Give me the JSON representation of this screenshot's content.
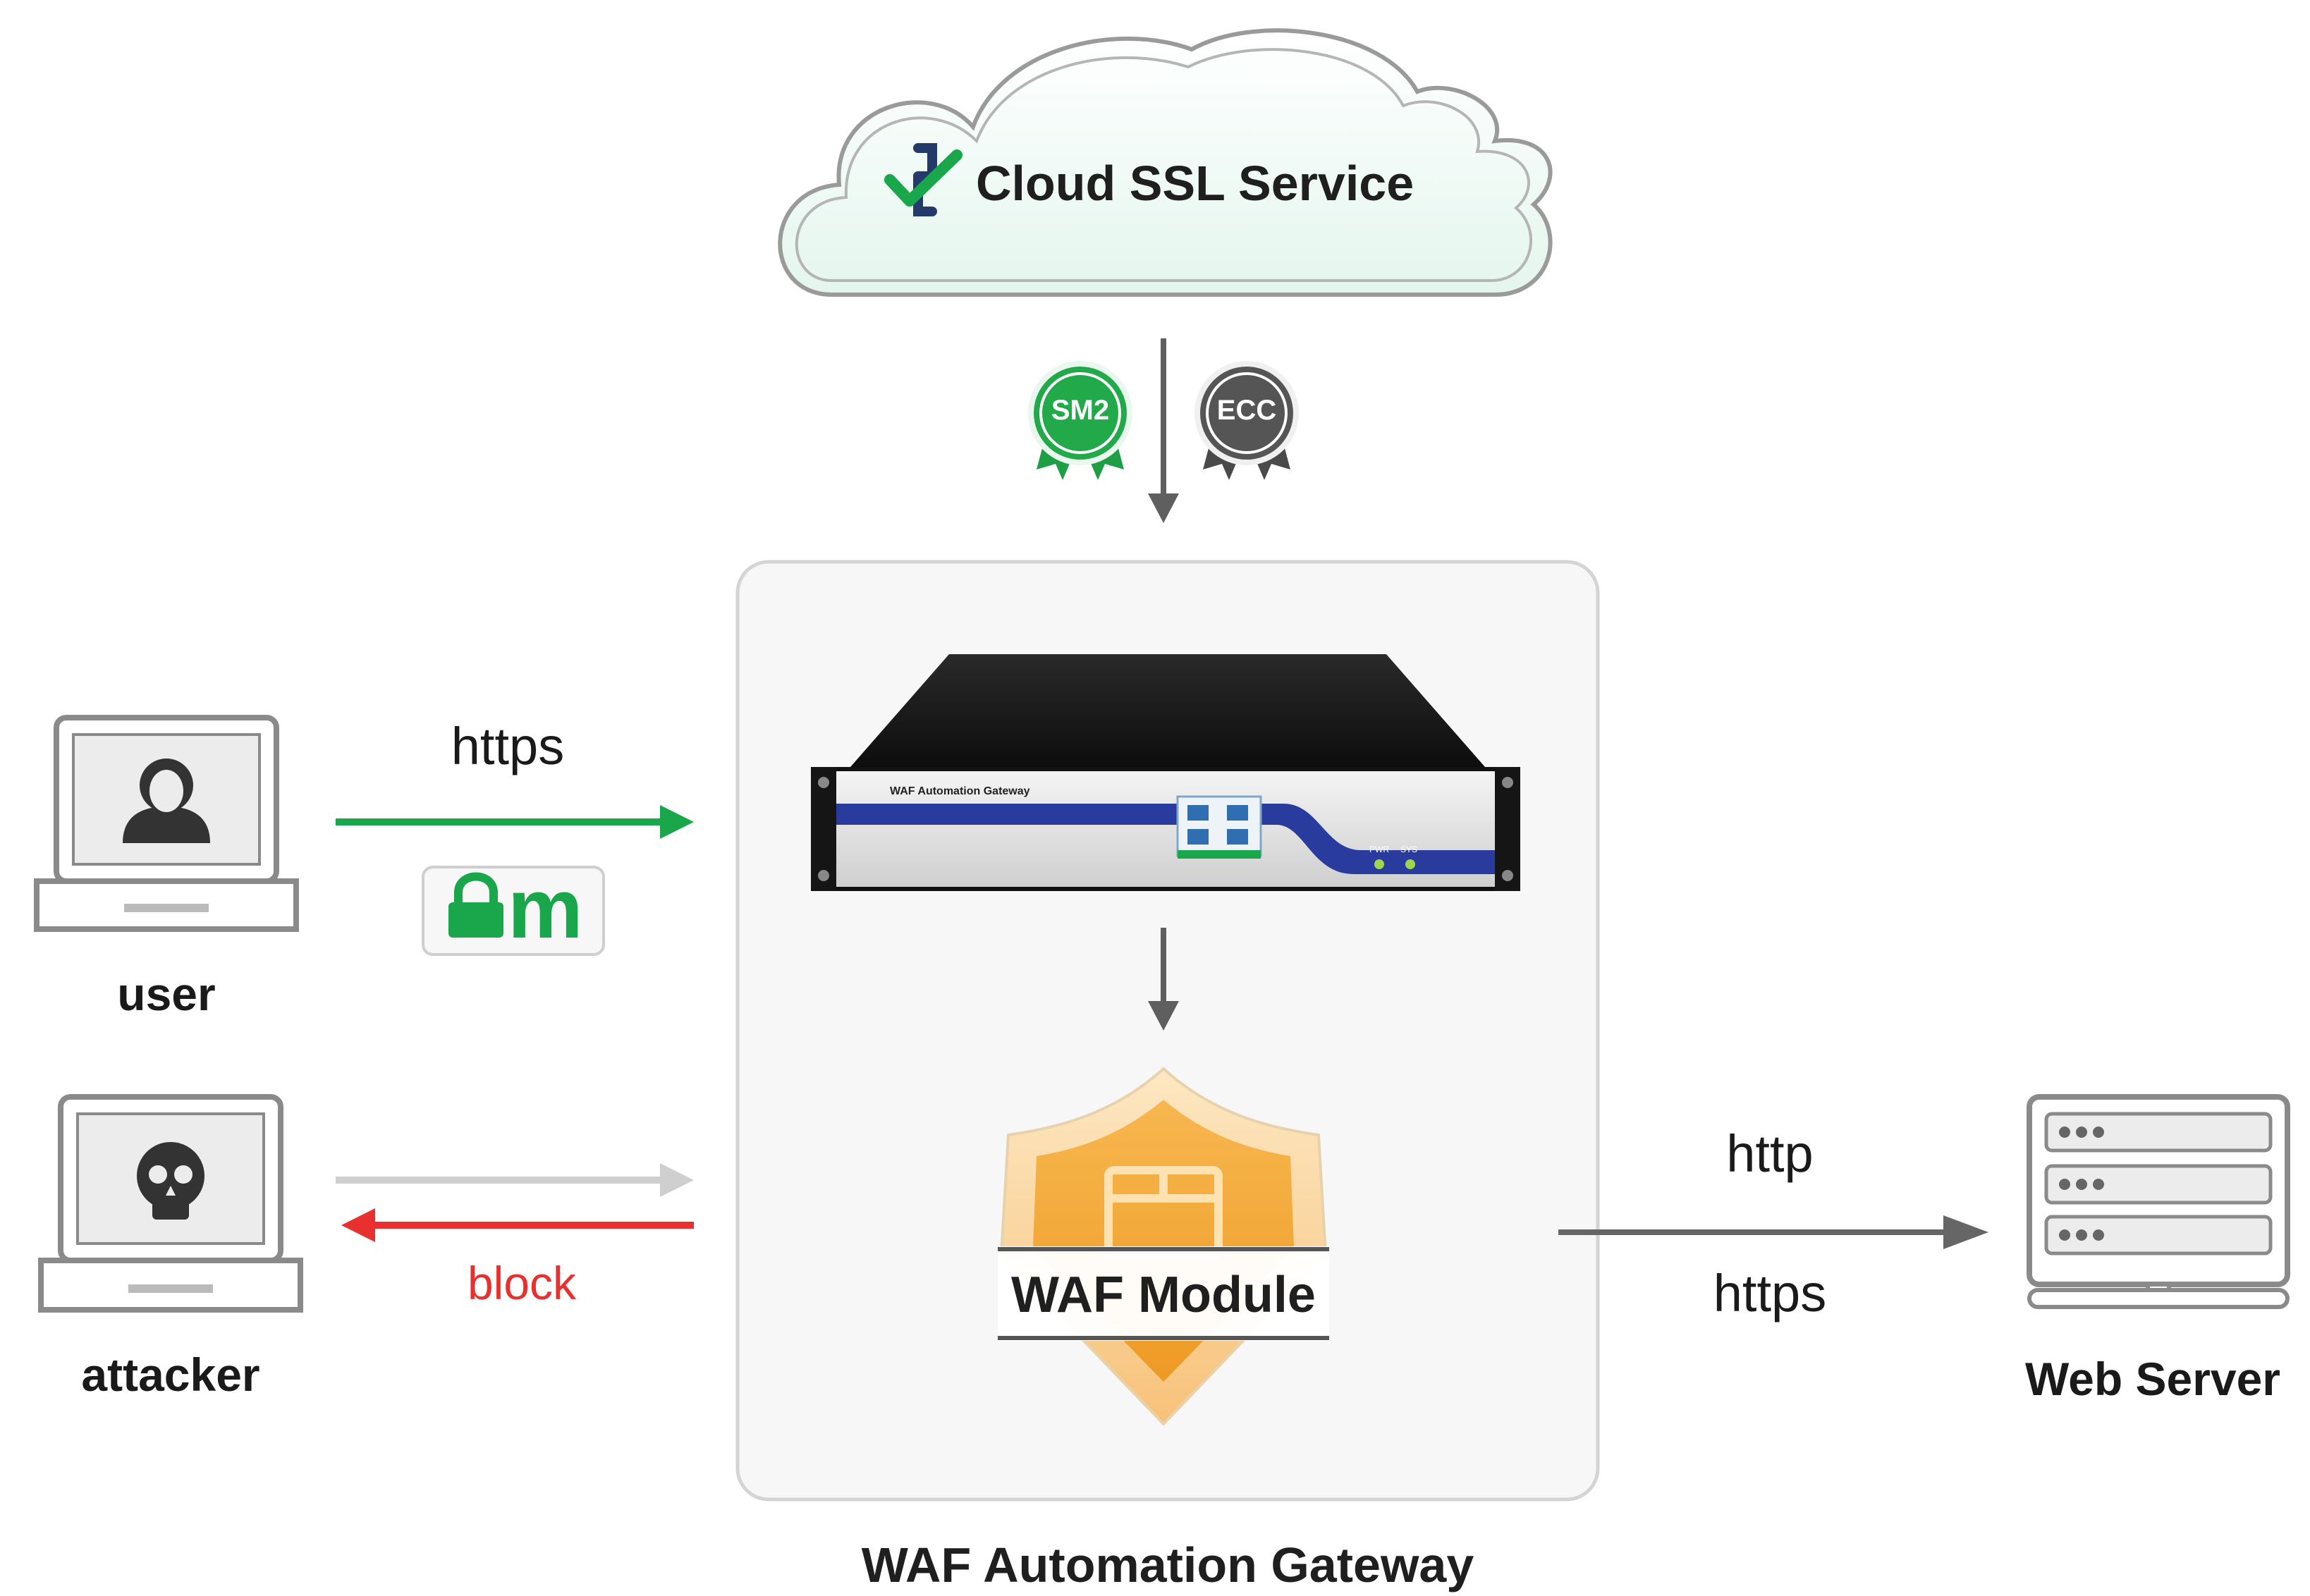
{
  "cloud": {
    "title": "Cloud SSL Service",
    "icon": "ssl-shield-check-icon"
  },
  "badges": [
    {
      "label": "SM2",
      "color": "#22a94a"
    },
    {
      "label": "ECC",
      "color": "#555555"
    }
  ],
  "gateway": {
    "title": "WAF Automation Gateway",
    "device_label": "WAF Automation Gateway",
    "device_leds": [
      "PWR",
      "SYS"
    ],
    "module_label": "WAF Module"
  },
  "user": {
    "label": "user",
    "protocol": "https",
    "cert_icon_letter": "m"
  },
  "attacker": {
    "label": "attacker",
    "status": "block"
  },
  "server": {
    "label": "Web Server",
    "protocols": [
      "http",
      "https"
    ]
  },
  "colors": {
    "secure": "#1aa64a",
    "block": "#e8312f",
    "neutral_arrow": "#666666",
    "dim_arrow": "#cfcfcf",
    "module_orange": "#f3a738"
  }
}
